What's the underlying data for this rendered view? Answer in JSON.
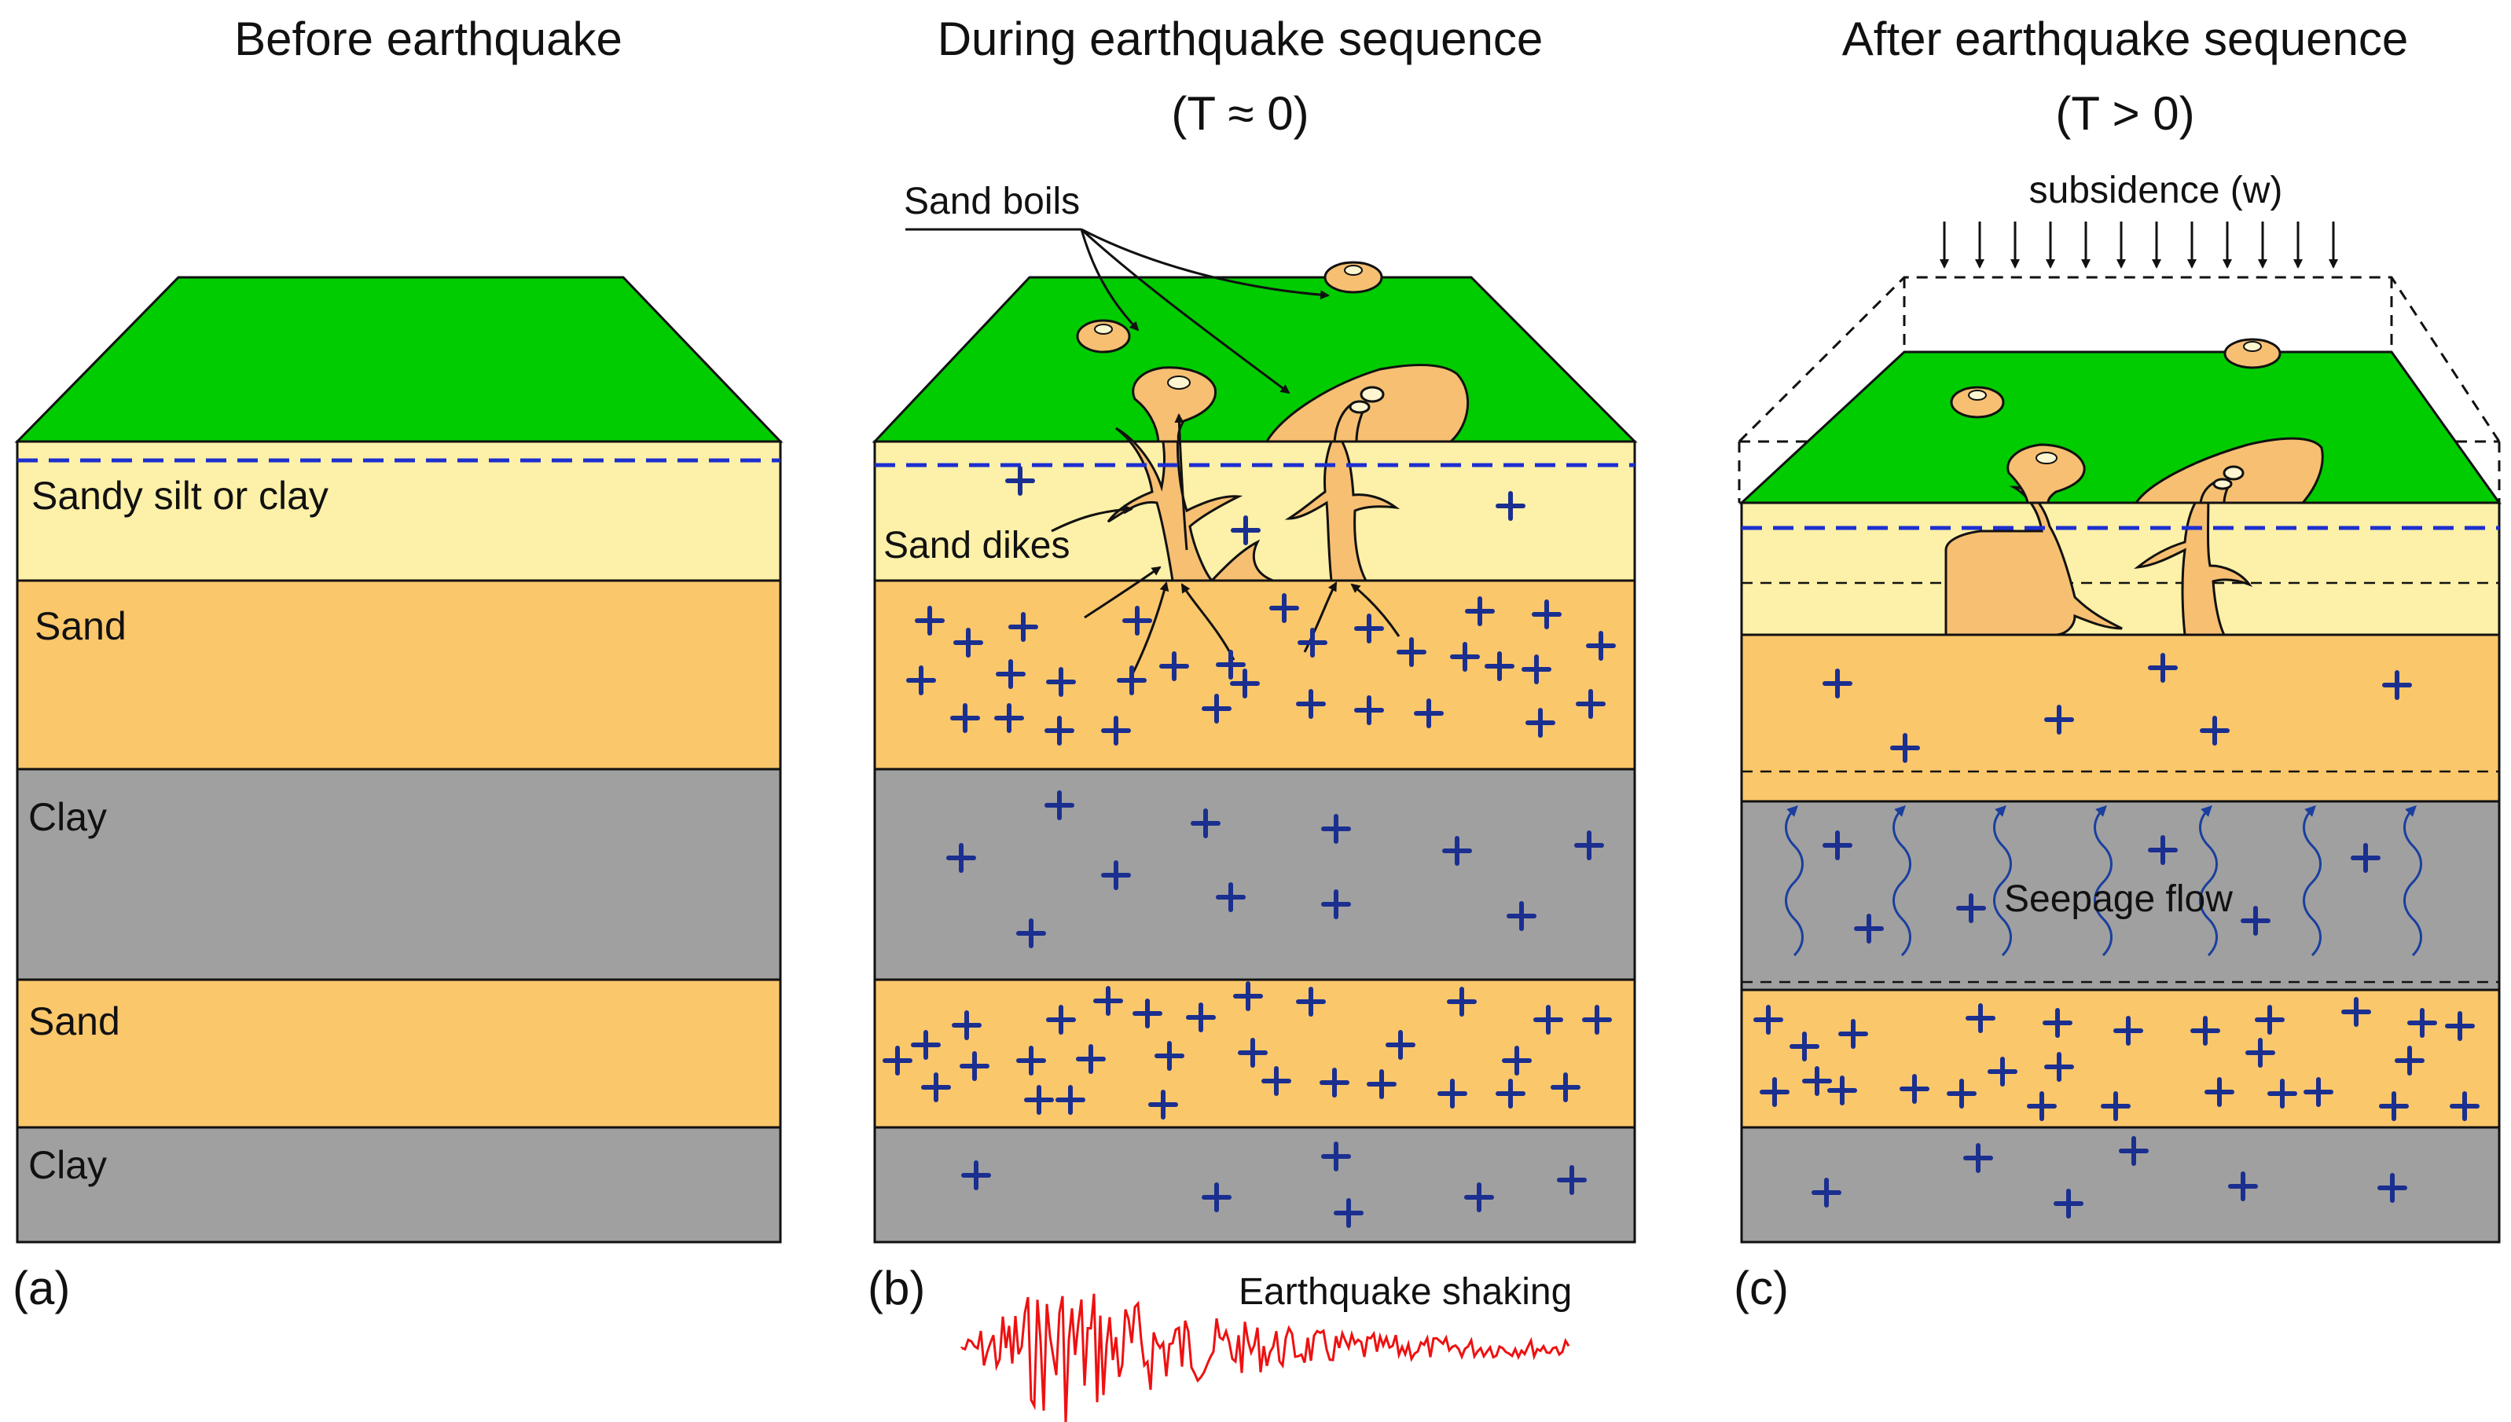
{
  "panels": [
    {
      "id": "a",
      "title_line1": "Before earthquake",
      "title_line2": "",
      "letter": "(a)",
      "layer_labels": [
        "Sandy silt or clay",
        "Sand",
        "Clay",
        "Sand",
        "Clay"
      ]
    },
    {
      "id": "b",
      "title_line1": "During earthquake sequence",
      "title_line2": "(T ≈ 0)",
      "letter": "(b)",
      "callouts": {
        "sand_boils": "Sand boils",
        "sand_dikes": "Sand dikes",
        "shaking": "Earthquake shaking"
      }
    },
    {
      "id": "c",
      "title_line1": "After earthquake sequence",
      "title_line2": "(T > 0)",
      "letter": "(c)",
      "callouts": {
        "subsidence": "subsidence (w)",
        "seepage": "Seepage flow"
      }
    }
  ],
  "colors": {
    "surface_green": "#00cc00",
    "sandy_silt": "#fdf0a8",
    "sand": "#fbc76b",
    "clay": "#a0a0a0",
    "boil": "#f6bf72",
    "water_table": "#1c2fd0",
    "pore_pressure_plus": "#1a2f8f",
    "seismogram": "#ee1111",
    "outline": "#111111"
  },
  "legend_symbols": {
    "plus": "excess-pore-pressure-plus-icon",
    "dashed_blue": "water-table-line",
    "wavy_arrow": "seepage-arrow-icon"
  }
}
